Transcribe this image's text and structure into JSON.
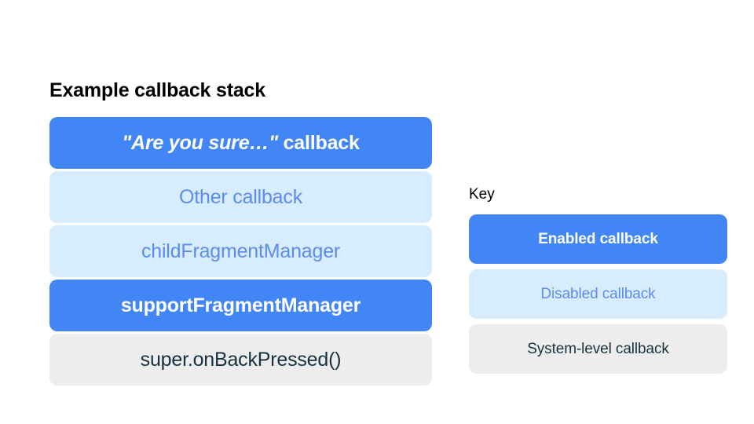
{
  "slide": {
    "background_color": "#ffffff"
  },
  "palette": {
    "enabled_fill": "#4285f4",
    "enabled_text": "#ffffff",
    "disabled_fill": "#d7ecfd",
    "disabled_text": "#5b8cf0",
    "system_fill": "#ededed",
    "system_text": "#16323f",
    "heading_text": "#000000"
  },
  "stack": {
    "title": "Example callback stack",
    "items": [
      {
        "label": "\"Are you sure…\" callback",
        "quoted_part": "\"Are you sure…\"",
        "plain_part": " callback",
        "state": "enabled",
        "state_label": "Enabled callback"
      },
      {
        "label": "Other callback",
        "state": "disabled",
        "state_label": "Disabled callback"
      },
      {
        "label": "childFragmentManager",
        "state": "disabled",
        "state_label": "Disabled callback"
      },
      {
        "label": "supportFragmentManager",
        "state": "enabled",
        "state_label": "Enabled callback"
      },
      {
        "label": "super.onBackPressed()",
        "state": "system",
        "state_label": "System-level callback"
      }
    ]
  },
  "key": {
    "title": "Key",
    "items": [
      {
        "label": "Enabled callback",
        "state": "enabled"
      },
      {
        "label": "Disabled callback",
        "state": "disabled"
      },
      {
        "label": "System-level callback",
        "state": "system"
      }
    ]
  }
}
